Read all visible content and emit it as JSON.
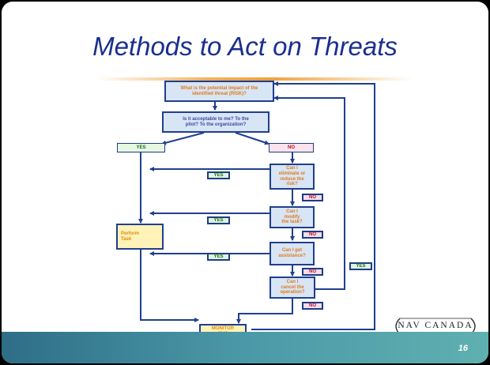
{
  "slide": {
    "title": "Methods to Act on Threats",
    "page_number": "16",
    "logo_text": "NAV CANADA"
  },
  "flowchart": {
    "q_risk": "What is the potential impact of the\nidentified threat (RISK)?",
    "q_acceptable": "Is it acceptable to me? To the\npilot? To the organization?",
    "yes_main": "YES",
    "no_main": "NO",
    "q_eliminate": "Can I\neliminate or\nreduce the\nrisk?",
    "q_modify": "Can I\nmodify\nthe task?",
    "q_assist": "Can I get\nassistance?",
    "q_cancel": "Can I\ncancel the\noperation?",
    "perform_task": "Perform\nTask",
    "monitor": "MONITOR\nTHE\nSITUATION",
    "yes_labels": [
      "YES",
      "YES",
      "YES",
      "YES"
    ],
    "no_labels": [
      "NO",
      "NO",
      "NO",
      "NO"
    ]
  },
  "colors": {
    "title": "#1a2f8f",
    "box_border": "#1f3f8f",
    "box_fill": "#d8e5f5",
    "question_orange": "#e07a1a",
    "yes_fill": "#dff4dd",
    "no_fill": "#f7dde8",
    "task_fill": "#fff3b8",
    "footer": "#4b99a8"
  }
}
